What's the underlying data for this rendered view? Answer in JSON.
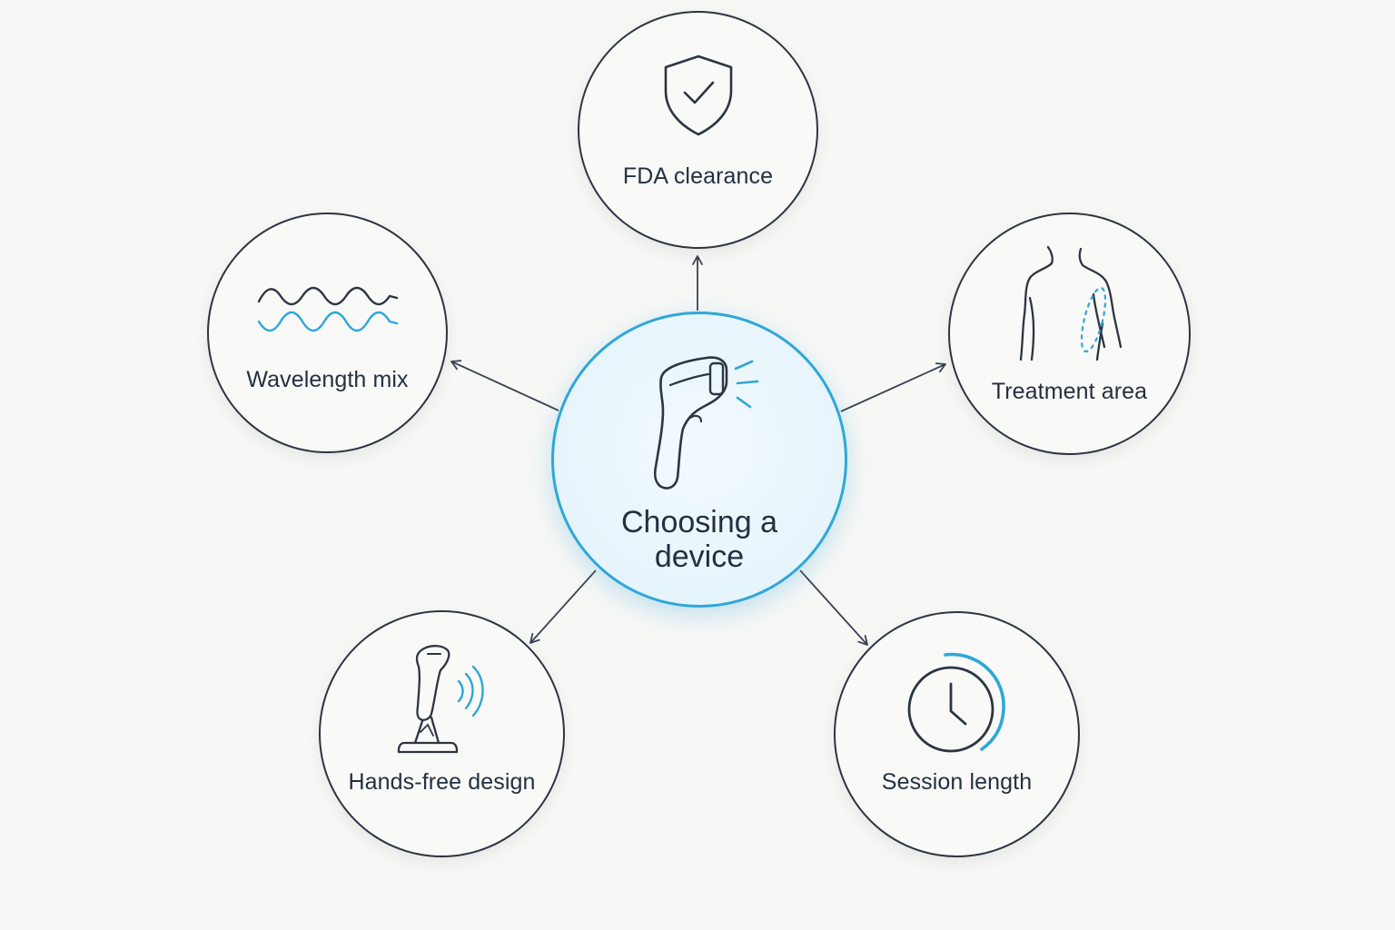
{
  "center": {
    "label": "Choosing a device",
    "icon": "handheld-device-icon"
  },
  "nodes": [
    {
      "id": "fda",
      "label": "FDA clearance",
      "icon": "shield-check-icon"
    },
    {
      "id": "wavelength",
      "label": "Wavelength mix",
      "icon": "wave-icon"
    },
    {
      "id": "treatment",
      "label": "Treatment area",
      "icon": "body-torso-icon"
    },
    {
      "id": "handsfree",
      "label": "Hands-free design",
      "icon": "device-stand-icon"
    },
    {
      "id": "session",
      "label": "Session length",
      "icon": "clock-icon"
    }
  ],
  "colors": {
    "accent": "#2ea7d8",
    "stroke": "#2c3542",
    "text": "#243040",
    "background": "#f7f7f6"
  }
}
